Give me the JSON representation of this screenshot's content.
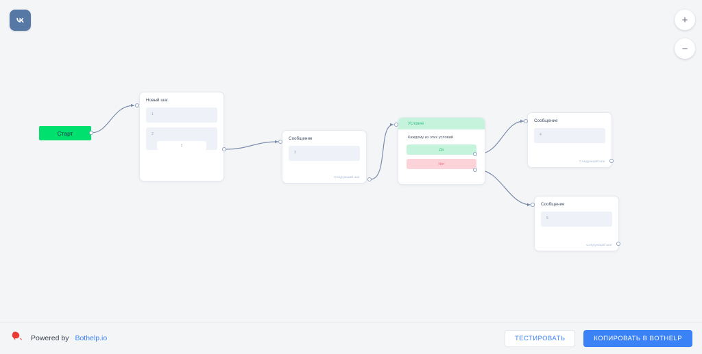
{
  "app": {
    "background_color": "#f4f5f7",
    "platform_icon": "vk-icon",
    "platform_name": "VK"
  },
  "zoom_controls": {
    "zoom_in_label": "+",
    "zoom_out_label": "−"
  },
  "flow": {
    "start": {
      "label": "Старт",
      "color": "#00e06e"
    },
    "nodes": [
      {
        "id": "new-step",
        "title": "Новый шаг",
        "blocks": [
          {
            "text": "1"
          },
          {
            "text": "2",
            "button_text": "2"
          }
        ]
      },
      {
        "id": "message-3",
        "title": "Сообщение",
        "blocks": [
          {
            "text": "3"
          }
        ],
        "next_step_label": "Следующий шаг"
      },
      {
        "id": "condition",
        "header": "Условие",
        "description": "Каждому из этих условий",
        "options": [
          {
            "label": "Да",
            "color": "#35c07e",
            "bg": "#c6f3dc"
          },
          {
            "label": "Нет",
            "color": "#ef6a80",
            "bg": "#fbd3d9"
          }
        ]
      },
      {
        "id": "message-4",
        "title": "Сообщение",
        "blocks": [
          {
            "text": "4"
          }
        ],
        "next_step_label": "Следующий шаг"
      },
      {
        "id": "message-5",
        "title": "Сообщение",
        "blocks": [
          {
            "text": "5"
          }
        ],
        "next_step_label": "Следующий шаг"
      }
    ]
  },
  "footer": {
    "powered_prefix": "Powered by",
    "powered_link": "Bothelp.io",
    "logo_icon": "bothelp-logo-icon",
    "link_color": "#3b82f6",
    "test_button": "ТЕСТИРОВАТЬ",
    "copy_button": "КОПИРОВАТЬ В BOTHELP"
  }
}
